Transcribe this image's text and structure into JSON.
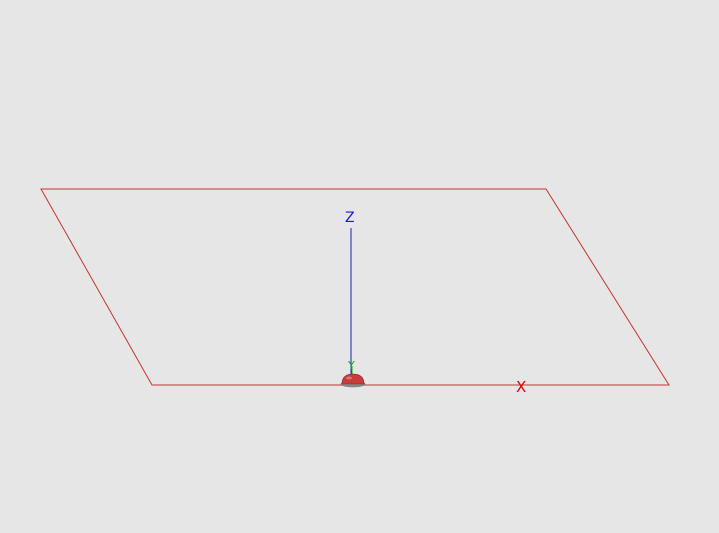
{
  "viewport": {
    "background_color": "#e6e6e6"
  },
  "ground_plane": {
    "edge_color": "#c83232"
  },
  "axes": {
    "x": {
      "label": "X",
      "color": "#e00000"
    },
    "y": {
      "label": "Y",
      "color": "#00b400"
    },
    "z": {
      "label": "Z",
      "color": "#1a1ad6"
    }
  },
  "origin_marker": {
    "fill_color": "#c83c3c",
    "rim_color": "#8a8a8a"
  }
}
